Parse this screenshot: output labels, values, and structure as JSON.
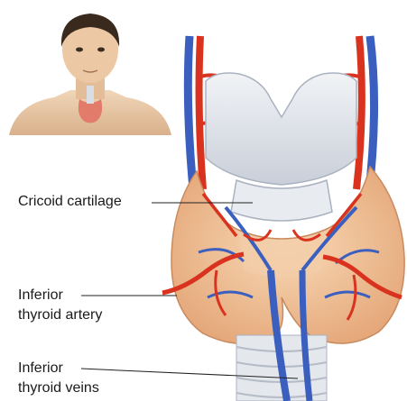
{
  "labels": {
    "cricoid": "Cricoid cartilage",
    "artery_line1": "Inferior",
    "artery_line2": "thyroid artery",
    "veins_line1": "Inferior",
    "veins_line2": "thyroid veins"
  },
  "colors": {
    "artery": "#d9331f",
    "vein": "#3b5fbf",
    "gland": "#f2c29a",
    "cartilage": "#dfe3ea",
    "skin": "#e8c9a6"
  }
}
